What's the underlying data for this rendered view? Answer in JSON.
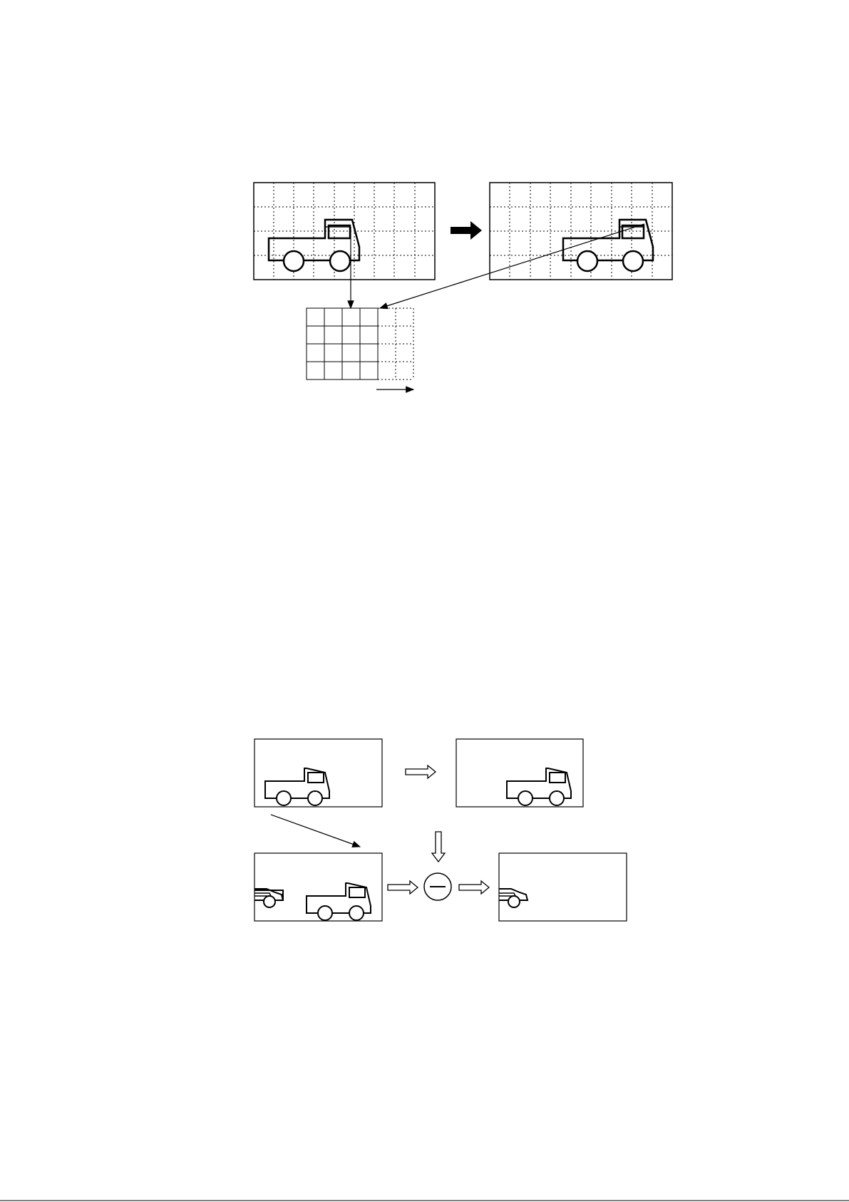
{
  "figures": [
    {
      "id": "figure-a",
      "description_hidden": "",
      "panels": [
        "frame-1-grid",
        "frame-2-grid",
        "block-grid"
      ],
      "arrows": [
        "motion-arrow",
        "block-arrow-1",
        "block-arrow-2",
        "scan-arrow"
      ]
    },
    {
      "id": "figure-b",
      "panels": [
        "frame-prev",
        "frame-next",
        "frame-compensated",
        "frame-residual"
      ],
      "operator": "minus"
    }
  ],
  "colors": {
    "stroke": "#000000",
    "background": "#ffffff"
  }
}
